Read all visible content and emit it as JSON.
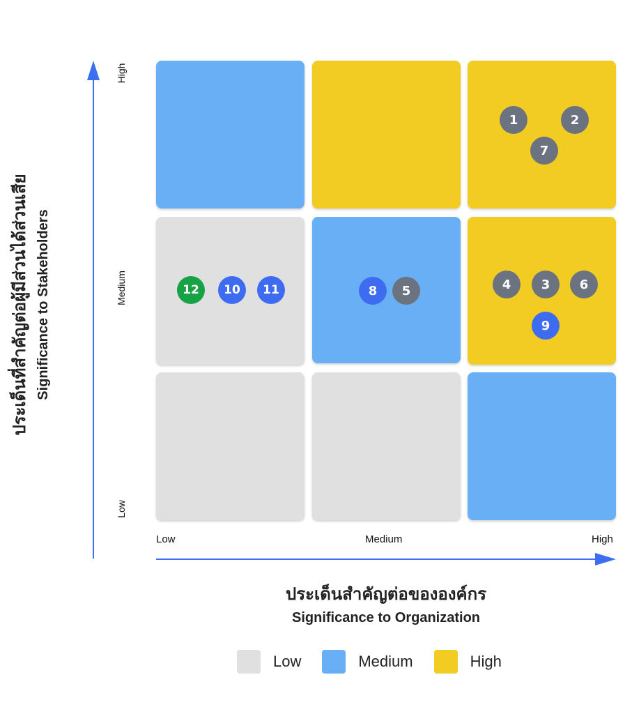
{
  "y_axis": {
    "title_th": "ประเด็นที่สำคัญต่อผู้มีส่วนได้ส่วนเสีย",
    "title_en": "Significance to Stakeholders",
    "ticks": [
      "High",
      "Medium",
      "Low"
    ]
  },
  "x_axis": {
    "title_th": "ประเด็นสำคัญต่อขององค์กร",
    "title_en": "Significance to Organization",
    "ticks": [
      "Low",
      "Medium",
      "High"
    ]
  },
  "colors": {
    "low": "#e0e0e0",
    "medium": "#69aff5",
    "high": "#f2cc22",
    "axis": "#3b6ef0",
    "dot_gray": "#6b7280",
    "dot_blue": "#3d6cf0",
    "dot_green": "#17a245"
  },
  "grid": [
    [
      "medium",
      "high",
      "high"
    ],
    [
      "low",
      "medium",
      "high"
    ],
    [
      "low",
      "low",
      "medium"
    ]
  ],
  "issues": [
    {
      "label": "1",
      "row": "High",
      "col": "High",
      "color": "gray"
    },
    {
      "label": "2",
      "row": "High",
      "col": "High",
      "color": "gray"
    },
    {
      "label": "7",
      "row": "High",
      "col": "High",
      "color": "gray"
    },
    {
      "label": "4",
      "row": "Medium",
      "col": "High",
      "color": "gray"
    },
    {
      "label": "3",
      "row": "Medium",
      "col": "High",
      "color": "gray"
    },
    {
      "label": "6",
      "row": "Medium",
      "col": "High",
      "color": "gray"
    },
    {
      "label": "9",
      "row": "Medium",
      "col": "High",
      "color": "blue"
    },
    {
      "label": "8",
      "row": "Medium",
      "col": "Medium",
      "color": "blue"
    },
    {
      "label": "5",
      "row": "Medium",
      "col": "Medium",
      "color": "gray"
    },
    {
      "label": "12",
      "row": "Medium",
      "col": "Low",
      "color": "green"
    },
    {
      "label": "10",
      "row": "Medium",
      "col": "Low",
      "color": "blue"
    },
    {
      "label": "11",
      "row": "Medium",
      "col": "Low",
      "color": "blue"
    }
  ],
  "legend": [
    {
      "label": "Low",
      "color": "#e0e0e0"
    },
    {
      "label": "Medium",
      "color": "#69aff5"
    },
    {
      "label": "High",
      "color": "#f2cc22"
    }
  ]
}
